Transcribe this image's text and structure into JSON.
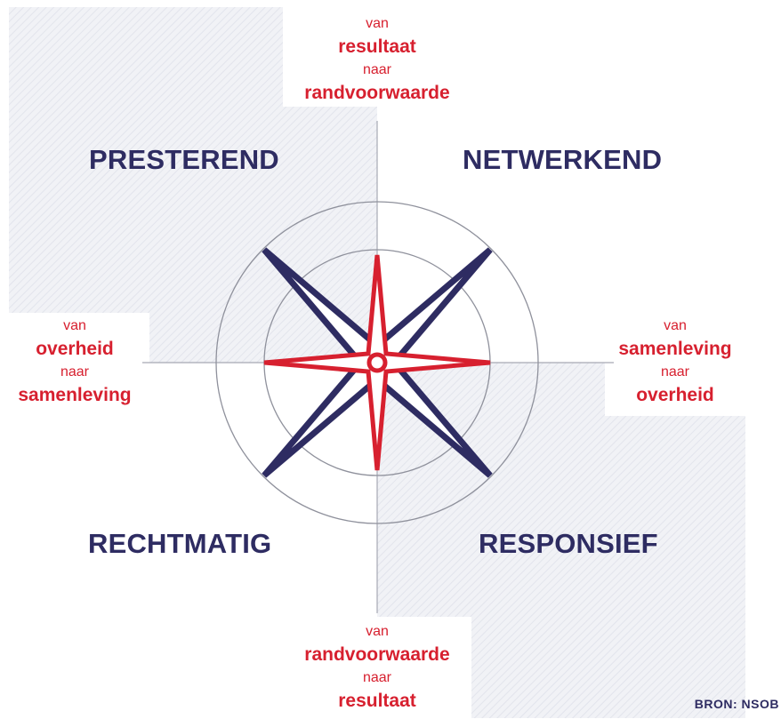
{
  "quadrants": {
    "top_left": "PRESTEREND",
    "top_right": "NETWERKEND",
    "bottom_left": "RECHTMATIG",
    "bottom_right": "RESPONSIEF"
  },
  "axes": {
    "top": {
      "from_word": "van",
      "from": "resultaat",
      "to_word": "naar",
      "to": "randvoorwaarde"
    },
    "bottom": {
      "from_word": "van",
      "from": "randvoorwaarde",
      "to_word": "naar",
      "to": "resultaat"
    },
    "left": {
      "from_word": "van",
      "from": "overheid",
      "to_word": "naar",
      "to": "samenleving"
    },
    "right": {
      "from_word": "van",
      "from": "samenleving",
      "to_word": "naar",
      "to": "overheid"
    }
  },
  "source": "BRON: NSOB",
  "colors": {
    "navy": "#2e2c62",
    "red": "#d7202f",
    "shade": "#eceef3",
    "line": "#a7a9b4"
  }
}
